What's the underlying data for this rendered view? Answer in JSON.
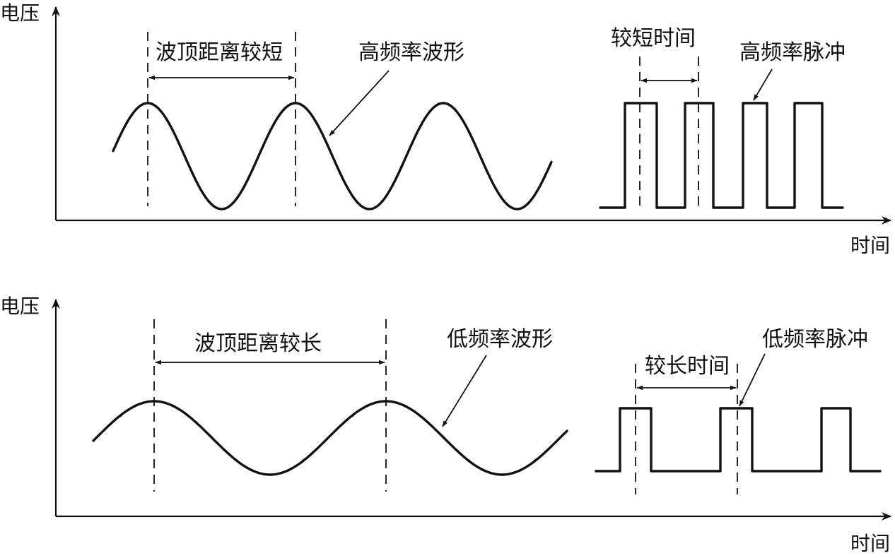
{
  "top_panel": {
    "y_axis_label": "电压",
    "x_axis_label": "时间",
    "wave_peak_label": "波顶距离较短",
    "wave_label": "高频率波形",
    "pulse_span_label": "较短时间",
    "pulse_label": "高频率脉冲"
  },
  "bottom_panel": {
    "y_axis_label": "电压",
    "x_axis_label": "时间",
    "wave_peak_label": "波顶距离较长",
    "wave_label": "低频率波形",
    "pulse_span_label": "较长时间",
    "pulse_label": "低频率脉冲"
  },
  "colors": {
    "ink": "#111111",
    "background": "#ffffff"
  }
}
